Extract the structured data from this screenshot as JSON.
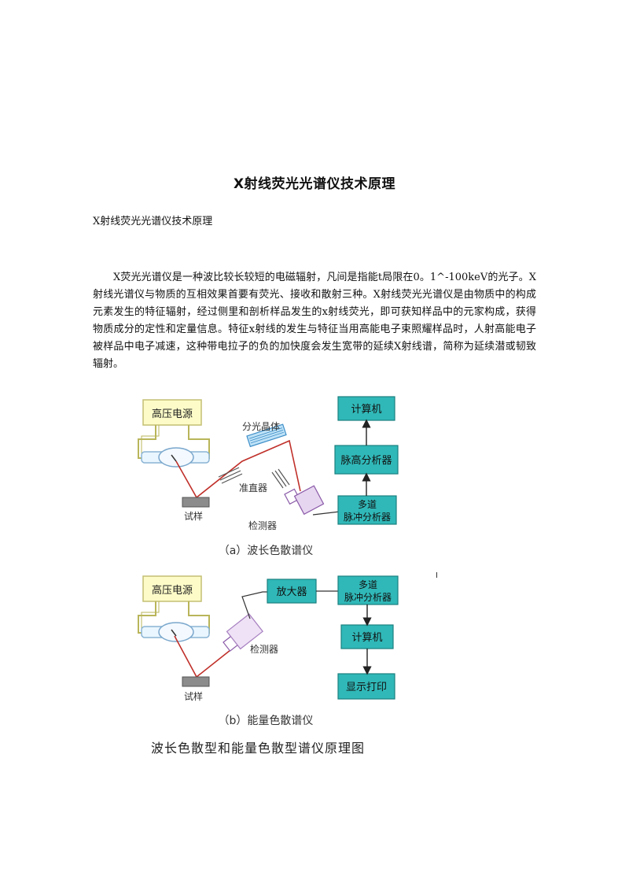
{
  "doc": {
    "title": "X射线荧光光谱仪技术原理",
    "subtitle": "X射线荧光光谱仪技术原理",
    "paragraph": "X荧光光谱仪是一种波比较长较短的电磁辐射，凡间是指能t局限在0。1^-100keV的光子。X射线光谱仪与物质的互相效果首要有荧光、接收和散射三种。X射线荧光光谱仪是由物质中的构成元素发生的特征辐射，经过侧里和剖析样品发生的x射线荧光，即可获知样品中的元家构成，获得物质成分的定性和定量信息。特征x射线的发生与特征当用高能电子束照耀样品时，人射高能电子被样品中电子减速，这种带电拉子的负的加快度会发生宽带的延续X射线谱，简称为延续潜或韧致辐射。"
  },
  "figure": {
    "panel_a": {
      "hv_source": "高压电源",
      "crystal": "分光晶体",
      "collimator": "准直器",
      "sample": "试样",
      "detector": "检测器",
      "computer": "计算机",
      "pulse_height": "脉高分析器",
      "mca_line1": "多道",
      "mca_line2": "脉冲分析器",
      "caption": "（a）波长色散谱仪"
    },
    "panel_b": {
      "hv_source": "高压电源",
      "amplifier": "放大器",
      "mca_line1": "多道",
      "mca_line2": "脉冲分析器",
      "detector": "检测器",
      "computer": "计算机",
      "sample": "试样",
      "display": "显示打印",
      "caption": "（b）能量色散谱仪"
    },
    "main_caption": "波长色散型和能量色散型谱仪原理图"
  },
  "colors": {
    "box_teal": "#30b8b8",
    "box_yellow": "#fdfcc8",
    "xray_red": "#c0302a",
    "detector_violet": "#c9a7d8",
    "crystal_blue": "#6fb6e6",
    "sample_grey": "#8c8c8c"
  }
}
